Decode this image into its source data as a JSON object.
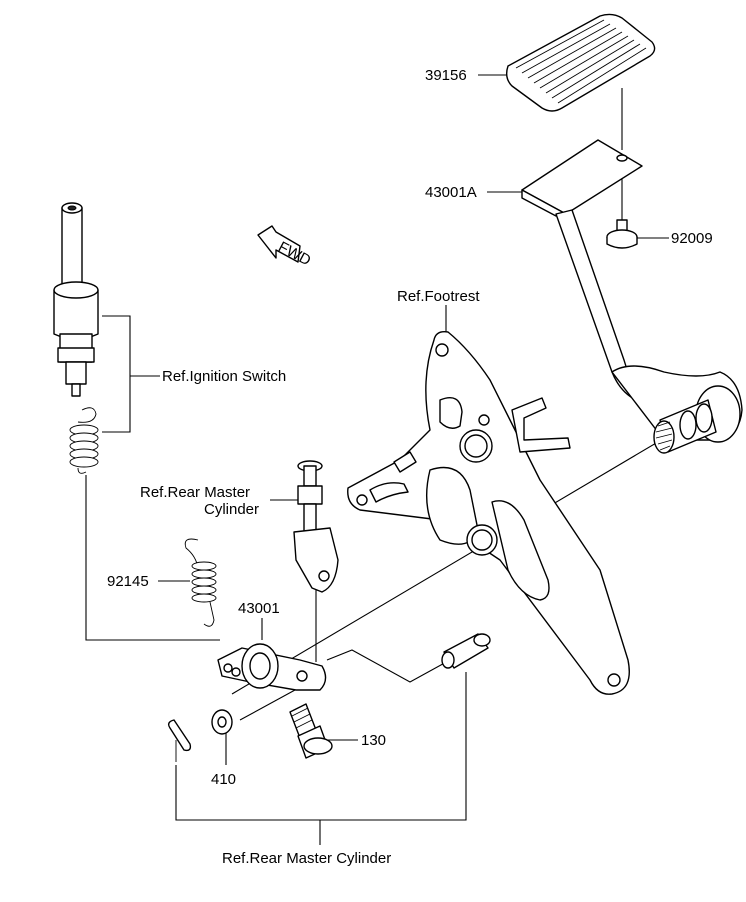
{
  "labels": {
    "pedal_pad": "39156",
    "pedal_arm": "43001A",
    "bolt_top": "92009",
    "ref_footrest": "Ref.Footrest",
    "ref_ignition": "Ref.Ignition Switch",
    "ref_master_top_line1": "Ref.Rear Master",
    "ref_master_top_line2": "Cylinder",
    "spring": "92145",
    "lever": "43001",
    "bolt_bottom": "130",
    "washer": "410",
    "ref_master_bottom": "Ref.Rear Master Cylinder",
    "fwd": "FWD"
  }
}
